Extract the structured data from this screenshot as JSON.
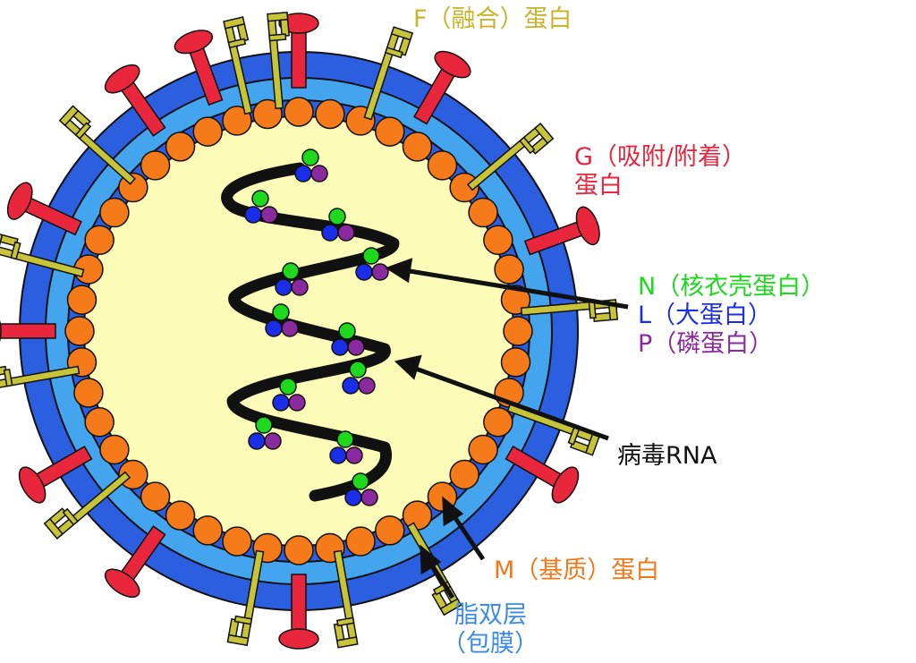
{
  "labels": {
    "f_protein": "F（融合）蛋白",
    "g_protein_line1": "G（吸附/附着）",
    "g_protein_line2": "蛋白",
    "n_protein": "N（核衣壳蛋白）",
    "l_protein": "L（大蛋白）",
    "p_protein": "P（磷蛋白）",
    "viral_rna": "病毒RNA",
    "m_protein": "M（基质）蛋白",
    "lipid_bilayer_line1": "脂双层",
    "lipid_bilayer_line2": "（包膜）"
  },
  "colors": {
    "envelope_outer": "#2b5fe0",
    "envelope_inner": "#44a5ee",
    "core": "#fcfcb8",
    "m_protein": "#f47a1a",
    "g_protein": "#e8263c",
    "f_protein": "#c8c43a",
    "n_protein": "#1ed81e",
    "l_protein": "#1a2ee8",
    "p_protein": "#8a2a9e",
    "rna": "#111111",
    "f_label": "#c8b42a",
    "g_label": "#e8263c",
    "n_label": "#1ed81e",
    "l_label": "#1a2ee8",
    "p_label": "#8a2a9e",
    "rna_label": "#111111",
    "m_label": "#f07818",
    "lipid_label": "#3a8ae8"
  }
}
